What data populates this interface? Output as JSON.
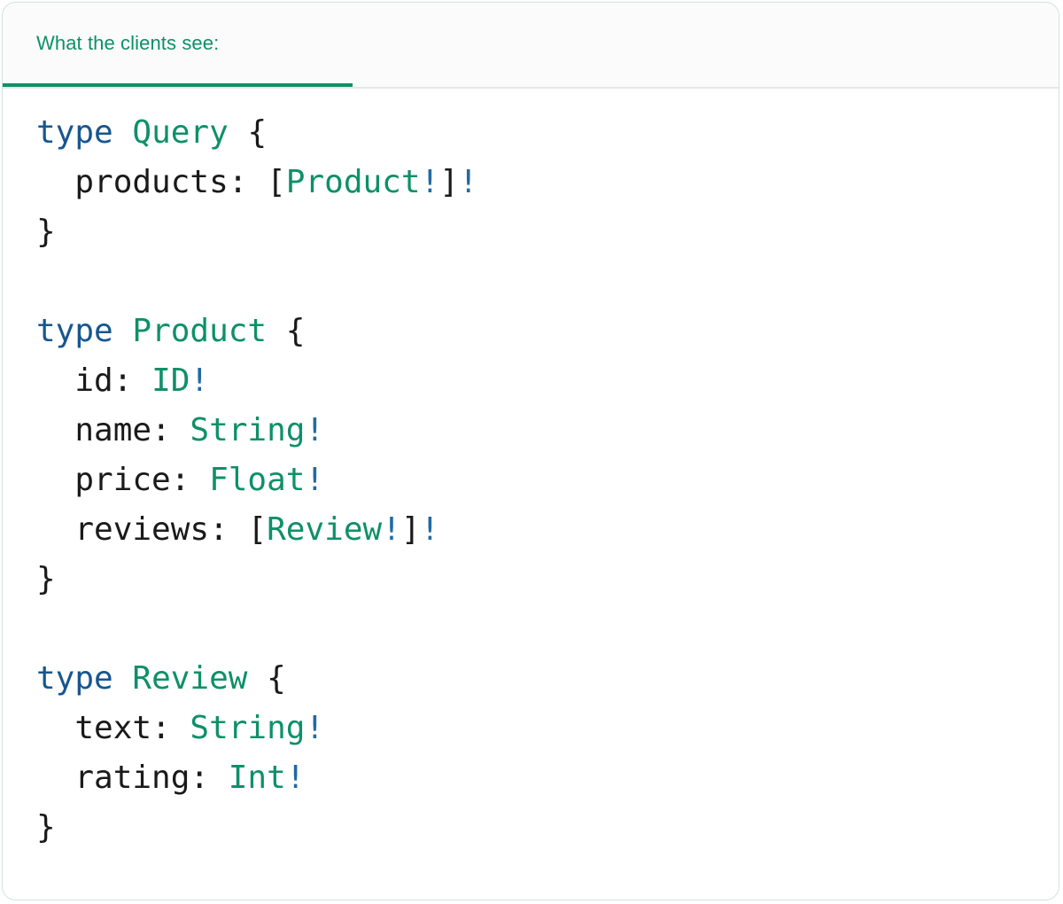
{
  "card": {
    "border_color": "#cfe3d8",
    "background": "#ffffff"
  },
  "header": {
    "tab_label": "What the clients see:",
    "accent_color": "#0d9068",
    "background": "#fbfbfb",
    "divider_color": "#e6e6e6"
  },
  "syntax_colors": {
    "keyword": "#17568f",
    "type_name": "#0e9069",
    "field_name": "#1a1a1a",
    "punctuation": "#1a1a1a",
    "non_null": "#1f6aa5"
  },
  "code": {
    "language": "graphql",
    "raw": "type Query {\n  products: [Product!]!\n}\n\ntype Product {\n  id: ID!\n  name: String!\n  price: Float!\n  reviews: [Review!]!\n}\n\ntype Review {\n  text: String!\n  rating: Int!\n}",
    "lines": [
      {
        "tokens": [
          {
            "t": "type",
            "c": "keyword"
          },
          {
            "t": " ",
            "c": "punctuation"
          },
          {
            "t": "Query",
            "c": "type_name"
          },
          {
            "t": " ",
            "c": "punctuation"
          },
          {
            "t": "{",
            "c": "punctuation"
          }
        ]
      },
      {
        "tokens": [
          {
            "t": "  products",
            "c": "field_name"
          },
          {
            "t": ": ",
            "c": "punctuation"
          },
          {
            "t": "[",
            "c": "punctuation"
          },
          {
            "t": "Product",
            "c": "type_name"
          },
          {
            "t": "!",
            "c": "non_null"
          },
          {
            "t": "]",
            "c": "punctuation"
          },
          {
            "t": "!",
            "c": "non_null"
          }
        ]
      },
      {
        "tokens": [
          {
            "t": "}",
            "c": "punctuation"
          }
        ]
      },
      {
        "tokens": []
      },
      {
        "tokens": [
          {
            "t": "type",
            "c": "keyword"
          },
          {
            "t": " ",
            "c": "punctuation"
          },
          {
            "t": "Product",
            "c": "type_name"
          },
          {
            "t": " ",
            "c": "punctuation"
          },
          {
            "t": "{",
            "c": "punctuation"
          }
        ]
      },
      {
        "tokens": [
          {
            "t": "  id",
            "c": "field_name"
          },
          {
            "t": ": ",
            "c": "punctuation"
          },
          {
            "t": "ID",
            "c": "type_name"
          },
          {
            "t": "!",
            "c": "non_null"
          }
        ]
      },
      {
        "tokens": [
          {
            "t": "  name",
            "c": "field_name"
          },
          {
            "t": ": ",
            "c": "punctuation"
          },
          {
            "t": "String",
            "c": "type_name"
          },
          {
            "t": "!",
            "c": "non_null"
          }
        ]
      },
      {
        "tokens": [
          {
            "t": "  price",
            "c": "field_name"
          },
          {
            "t": ": ",
            "c": "punctuation"
          },
          {
            "t": "Float",
            "c": "type_name"
          },
          {
            "t": "!",
            "c": "non_null"
          }
        ]
      },
      {
        "tokens": [
          {
            "t": "  reviews",
            "c": "field_name"
          },
          {
            "t": ": ",
            "c": "punctuation"
          },
          {
            "t": "[",
            "c": "punctuation"
          },
          {
            "t": "Review",
            "c": "type_name"
          },
          {
            "t": "!",
            "c": "non_null"
          },
          {
            "t": "]",
            "c": "punctuation"
          },
          {
            "t": "!",
            "c": "non_null"
          }
        ]
      },
      {
        "tokens": [
          {
            "t": "}",
            "c": "punctuation"
          }
        ]
      },
      {
        "tokens": []
      },
      {
        "tokens": [
          {
            "t": "type",
            "c": "keyword"
          },
          {
            "t": " ",
            "c": "punctuation"
          },
          {
            "t": "Review",
            "c": "type_name"
          },
          {
            "t": " ",
            "c": "punctuation"
          },
          {
            "t": "{",
            "c": "punctuation"
          }
        ]
      },
      {
        "tokens": [
          {
            "t": "  text",
            "c": "field_name"
          },
          {
            "t": ": ",
            "c": "punctuation"
          },
          {
            "t": "String",
            "c": "type_name"
          },
          {
            "t": "!",
            "c": "non_null"
          }
        ]
      },
      {
        "tokens": [
          {
            "t": "  rating",
            "c": "field_name"
          },
          {
            "t": ": ",
            "c": "punctuation"
          },
          {
            "t": "Int",
            "c": "type_name"
          },
          {
            "t": "!",
            "c": "non_null"
          }
        ]
      },
      {
        "tokens": [
          {
            "t": "}",
            "c": "punctuation"
          }
        ]
      }
    ]
  }
}
